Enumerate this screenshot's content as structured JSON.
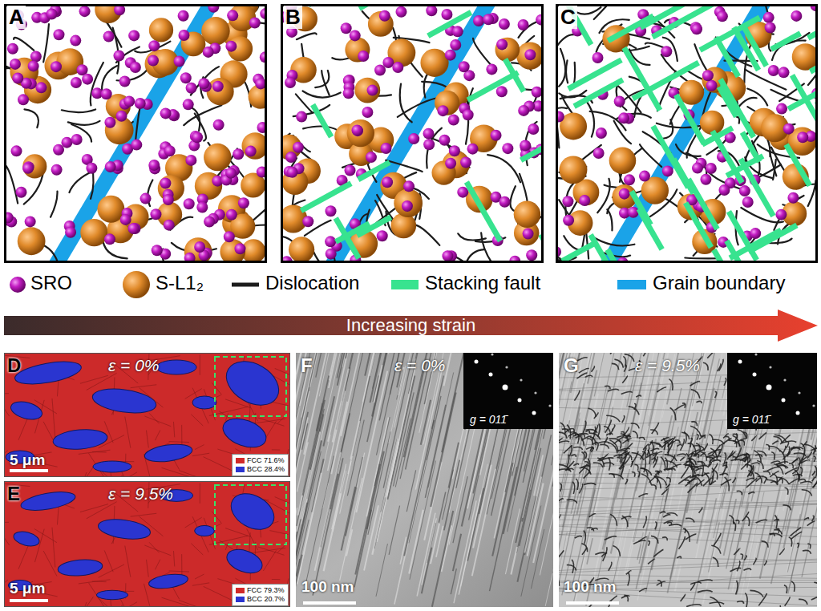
{
  "diagram": {
    "nodes": [
      {
        "text": [
          "Increasing strain"
        ]
      }
    ],
    "labels": [
      "A",
      "B",
      "C",
      "D",
      "ε = 0%",
      "5 μm",
      "E",
      "ε = 9.5%",
      "5 μm",
      "F",
      "ε = 0%",
      "g = 011̄",
      "100 nm",
      "G",
      "ε = 9.5%",
      "g = 011̄",
      "100 nm"
    ],
    "legend": [
      {
        "text": "SRO"
      },
      {
        "text": "S-L1₂"
      },
      {
        "text": "Dislocation"
      },
      {
        "text": "Stacking fault",
        "color": "#38e38f"
      },
      {
        "text": "Grain boundary",
        "color": "#1aa3e8"
      },
      {
        "text": "FCC 71.6%",
        "color": "#d02a2a"
      },
      {
        "text": "BCC 28.4%",
        "color": "#2a35d0"
      },
      {
        "text": "FCC 79.3%",
        "color": "#d02a2a"
      },
      {
        "text": "BCC 20.7%",
        "color": "#2a35d0"
      }
    ]
  }
}
